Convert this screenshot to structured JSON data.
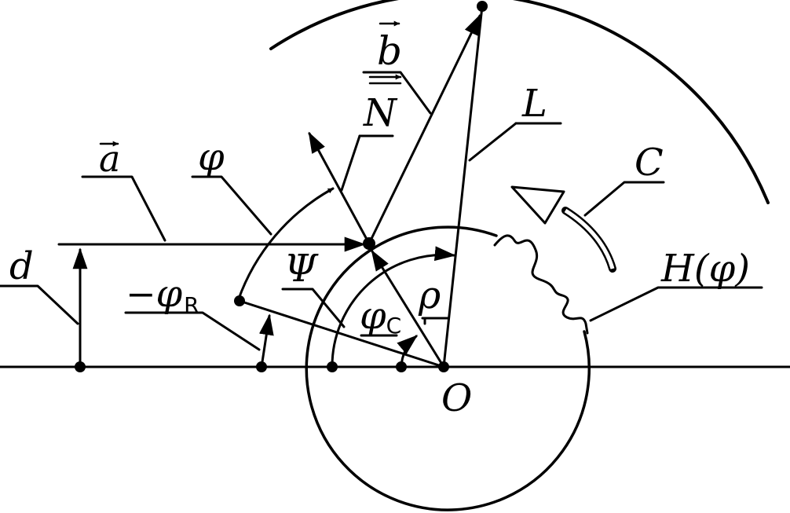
{
  "labels": {
    "vec_a": "a",
    "vec_b": "b",
    "vec_N": "N",
    "L": "L",
    "C": "C",
    "H_phi": "H(φ)",
    "d": "d",
    "phi": "φ",
    "minus": "−",
    "phi_sym": "φ",
    "sub_R": "R",
    "psi": "Ψ",
    "phi_C_sym": "φ",
    "sub_C": "C",
    "rho": "ρ",
    "O": "O"
  },
  "colors": {
    "ink": "#000000",
    "background": "#ffffff"
  }
}
